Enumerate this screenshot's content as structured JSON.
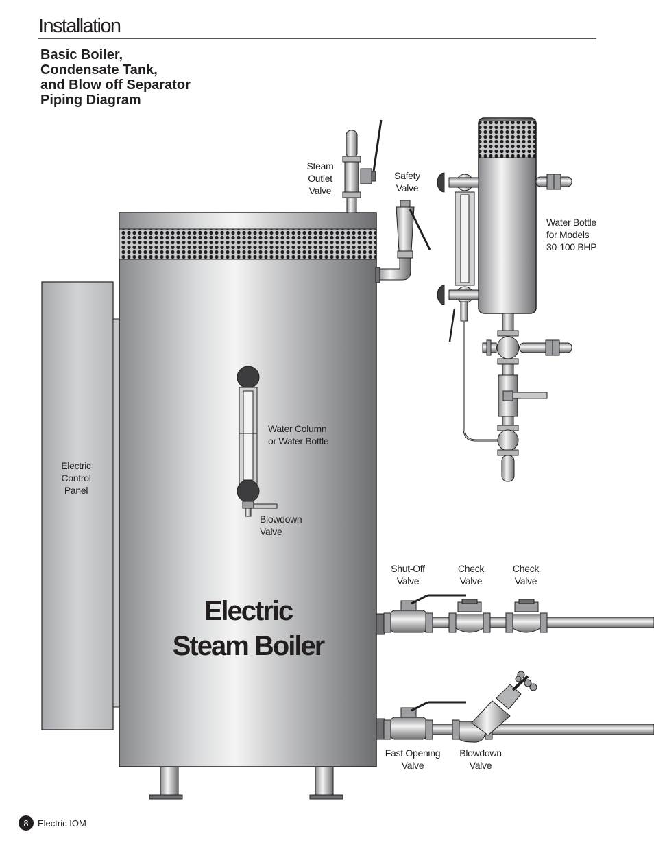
{
  "header": {
    "section_title": "Installation",
    "subtitle_lines": [
      "Basic Boiler,",
      "Condensate Tank,",
      "and Blow off Separator",
      "Piping Diagram"
    ]
  },
  "diagram": {
    "boiler_title_lines": [
      "Electric",
      "Steam Boiler"
    ],
    "labels": {
      "steam_outlet_valve": [
        "Steam",
        "Outlet",
        "Valve"
      ],
      "safety_valve": [
        "Safety",
        "Valve"
      ],
      "water_bottle": [
        "Water Bottle",
        "for Models",
        "30-100 BHP"
      ],
      "control_panel": [
        "Electric",
        "Control",
        "Panel"
      ],
      "water_column": [
        "Water Column",
        "or Water Bottle"
      ],
      "blowdown_valve_column": [
        "Blowdown",
        "Valve"
      ],
      "shutoff_valve": [
        "Shut-Off",
        "Valve"
      ],
      "check_valve_1": [
        "Check",
        "Valve"
      ],
      "check_valve_2": [
        "Check",
        "Valve"
      ],
      "fast_opening_valve": [
        "Fast Opening",
        "Valve"
      ],
      "blowdown_valve_line": [
        "Blowdown",
        "Valve"
      ]
    },
    "colors": {
      "metal_dark": "#6d6e71",
      "metal_light": "#f2f2f2",
      "outline": "#231f20",
      "panel": "#bcbec0"
    }
  },
  "footer": {
    "page_number": "8",
    "document_name": "Electric IOM"
  }
}
